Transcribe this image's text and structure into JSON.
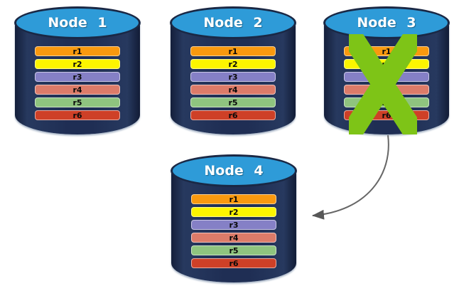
{
  "colors": {
    "cylinder_body": "#1F2E54",
    "cylinder_top": "#2E9BD8",
    "cylinder_outline": "#1A2845",
    "failure_x": "#7EC417",
    "arrow": "#666666",
    "arrowhead": "#575757"
  },
  "nodes": [
    {
      "label": "Node 1",
      "status": "active",
      "replicas": [
        {
          "label": "r1",
          "color": "#F9990F"
        },
        {
          "label": "r2",
          "color": "#FCF500"
        },
        {
          "label": "r3",
          "color": "#8580C6"
        },
        {
          "label": "r4",
          "color": "#DC7B69"
        },
        {
          "label": "r5",
          "color": "#8FC47F"
        },
        {
          "label": "r6",
          "color": "#CE4027"
        }
      ]
    },
    {
      "label": "Node 2",
      "status": "active",
      "replicas": [
        {
          "label": "r1",
          "color": "#F9990F"
        },
        {
          "label": "r2",
          "color": "#FCF500"
        },
        {
          "label": "r3",
          "color": "#8580C6"
        },
        {
          "label": "r4",
          "color": "#DC7B69"
        },
        {
          "label": "r5",
          "color": "#8FC47F"
        },
        {
          "label": "r6",
          "color": "#CE4027"
        }
      ]
    },
    {
      "label": "Node 3",
      "status": "failed",
      "replicas": [
        {
          "label": "r1",
          "color": "#F9990F"
        },
        {
          "label": "r2",
          "color": "#FCF500"
        },
        {
          "label": "r3",
          "color": "#8580C6"
        },
        {
          "label": "r4",
          "color": "#DC7B69"
        },
        {
          "label": "r5",
          "color": "#8FC47F"
        },
        {
          "label": "r6",
          "color": "#CE4027"
        }
      ]
    },
    {
      "label": "Node 4",
      "status": "active",
      "replicas": [
        {
          "label": "r1",
          "color": "#F9990F"
        },
        {
          "label": "r2",
          "color": "#FCF500"
        },
        {
          "label": "r3",
          "color": "#8580C6"
        },
        {
          "label": "r4",
          "color": "#DC7B69"
        },
        {
          "label": "r5",
          "color": "#8FC47F"
        },
        {
          "label": "r6",
          "color": "#CE4027"
        }
      ]
    }
  ],
  "failure": {
    "node": "Node 3",
    "mark": "x-icon"
  },
  "arrow": {
    "from": "Node 3",
    "to": "Node 4"
  }
}
